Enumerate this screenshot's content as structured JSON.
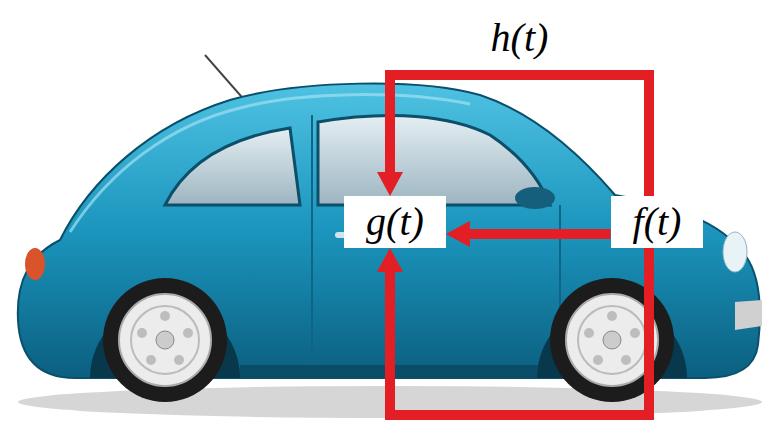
{
  "diagram": {
    "nodes": [
      {
        "text": [
          "g(t)"
        ]
      },
      {
        "text": [
          "f(t)"
        ]
      }
    ],
    "edges": [
      {
        "from": 1,
        "to": 0,
        "arrow": "to",
        "label": "h(t)"
      },
      {
        "from": 1,
        "to": 0,
        "arrow": "to"
      },
      {
        "from": 1,
        "to": 0,
        "arrow": "to"
      }
    ]
  }
}
